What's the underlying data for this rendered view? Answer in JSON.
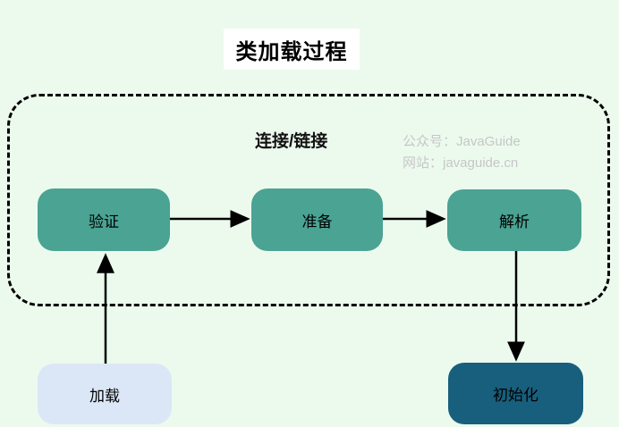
{
  "title": "类加载过程",
  "linking_group": {
    "label": "连接/链接"
  },
  "watermark": {
    "line1": "公众号：JavaGuide",
    "line2": "网站：javaguide.cn"
  },
  "nodes": {
    "load": {
      "label": "加载",
      "color": "#DBE7F7"
    },
    "verify": {
      "label": "验证",
      "color": "#4AA393"
    },
    "prepare": {
      "label": "准备",
      "color": "#4AA393"
    },
    "resolve": {
      "label": "解析",
      "color": "#4AA393"
    },
    "initialize": {
      "label": "初始化",
      "color": "#175F7D"
    }
  },
  "edges": [
    {
      "from": "加载",
      "to": "验证"
    },
    {
      "from": "验证",
      "to": "准备"
    },
    {
      "from": "准备",
      "to": "解析"
    },
    {
      "from": "解析",
      "to": "初始化"
    }
  ],
  "colors": {
    "background": "#ECFAEE",
    "container_border": "#000000",
    "title_background": "#FFFFFF",
    "watermark_text": "#C6C6C6",
    "arrow": "#000000"
  }
}
